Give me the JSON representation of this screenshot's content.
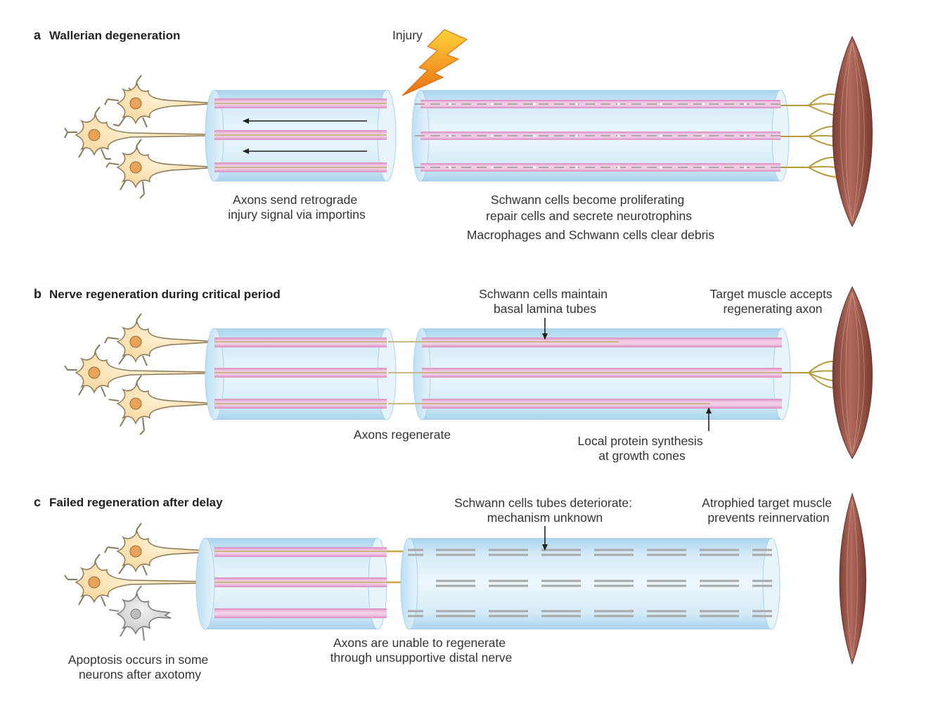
{
  "panels": {
    "a": {
      "letter": "a",
      "title": "Wallerian degeneration",
      "injury_label": "Injury",
      "proximal_caption": [
        "Axons send retrograde",
        "injury signal via importins"
      ],
      "distal_caption": [
        "Schwann cells become proliferating",
        "repair cells and secrete neurotrophins",
        "Macrophages and Schwann cells clear debris"
      ]
    },
    "b": {
      "letter": "b",
      "title": "Nerve regeneration during critical period",
      "tube_caption": [
        "Schwann cells maintain",
        "basal lamina tubes"
      ],
      "muscle_caption": [
        "Target muscle accepts",
        "regenerating axon"
      ],
      "proximal_caption": "Axons regenerate",
      "growth_cone_caption": [
        "Local protein synthesis",
        "at growth cones"
      ]
    },
    "c": {
      "letter": "c",
      "title": "Failed regeneration after delay",
      "tube_caption": [
        "Schwann cells tubes deteriorate:",
        "mechanism unknown"
      ],
      "muscle_caption": [
        "Atrophied target muscle",
        "prevents reinnervation"
      ],
      "neuron_caption": [
        "Apoptosis occurs in some",
        "neurons after axotomy"
      ],
      "nerve_caption": [
        "Axons are unable to regenerate",
        "through unsupportive distal nerve"
      ]
    }
  },
  "colors": {
    "nerve_tube": "#bfe0f2",
    "axon_sheath": "#d98fc0",
    "neuron": "#fbe3b5",
    "neuron_outline": "#8a7a5a",
    "nucleus": "#e8a25a",
    "dead_neuron": "#d6d6d6",
    "muscle": "#9a5348",
    "injury_bolt": "#f39a1e",
    "arrow": "#222222"
  }
}
